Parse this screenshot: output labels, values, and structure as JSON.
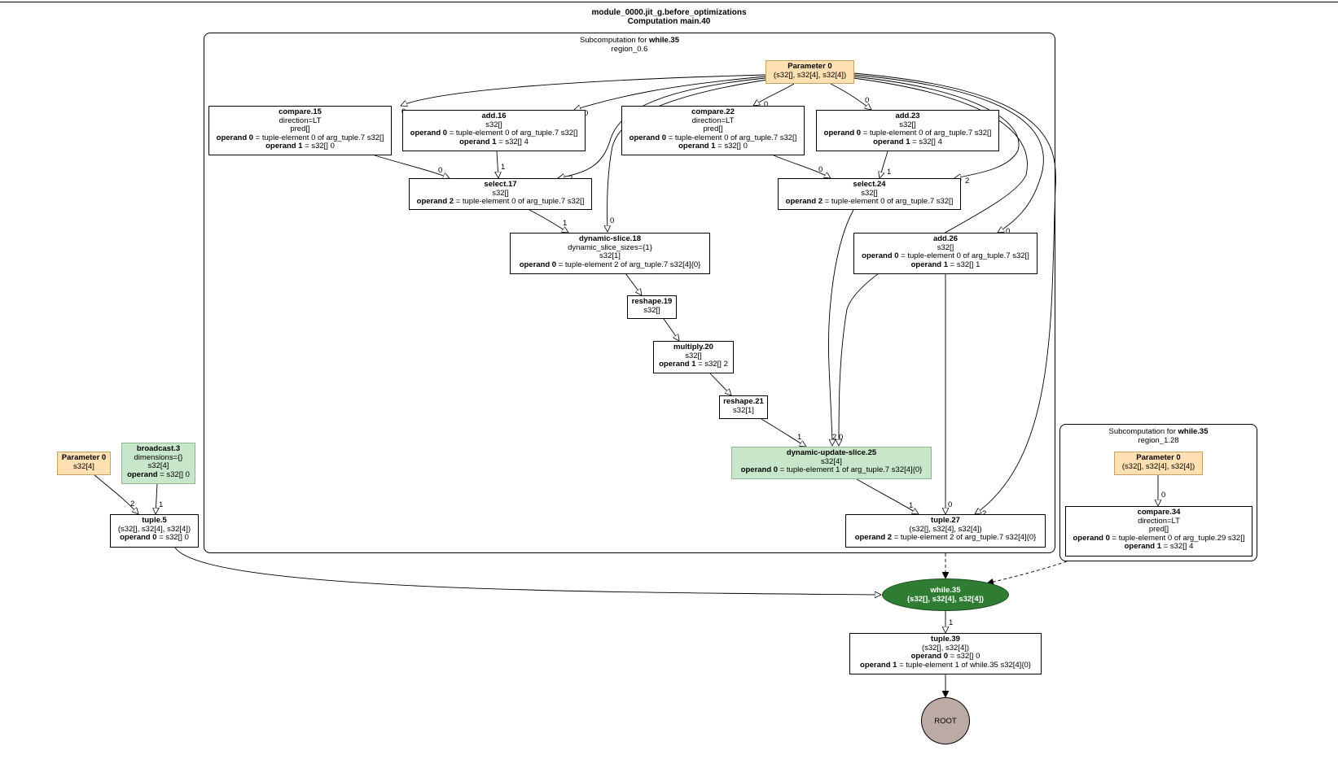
{
  "title": {
    "line1": "module_0000.jit_g.before_optimizations",
    "line2": "Computation main.40"
  },
  "clusters": {
    "body": {
      "prefix": "Subcomputation for",
      "name": "while.35",
      "region": "region_0.6"
    },
    "cond": {
      "prefix": "Subcomputation for",
      "name": "while.35",
      "region": "region_1.28"
    }
  },
  "nodes": {
    "param_body": {
      "name": "Parameter 0",
      "lines": [
        "(s32[], s32[4], s32[4])"
      ]
    },
    "compare15": {
      "name": "compare.15",
      "lines": [
        "direction=LT",
        "pred[]"
      ],
      "operands": [
        {
          "k": "operand 0",
          "v": "= tuple-element 0 of arg_tuple.7 s32[]"
        },
        {
          "k": "operand 1",
          "v": "= s32[] 0"
        }
      ]
    },
    "add16": {
      "name": "add.16",
      "lines": [
        "s32[]"
      ],
      "operands": [
        {
          "k": "operand 0",
          "v": "= tuple-element 0 of arg_tuple.7 s32[]"
        },
        {
          "k": "operand 1",
          "v": "= s32[] 4"
        }
      ]
    },
    "compare22": {
      "name": "compare.22",
      "lines": [
        "direction=LT",
        "pred[]"
      ],
      "operands": [
        {
          "k": "operand 0",
          "v": "= tuple-element 0 of arg_tuple.7 s32[]"
        },
        {
          "k": "operand 1",
          "v": "= s32[] 0"
        }
      ]
    },
    "add23": {
      "name": "add.23",
      "lines": [
        "s32[]"
      ],
      "operands": [
        {
          "k": "operand 0",
          "v": "= tuple-element 0 of arg_tuple.7 s32[]"
        },
        {
          "k": "operand 1",
          "v": "= s32[] 4"
        }
      ]
    },
    "select17": {
      "name": "select.17",
      "lines": [
        "s32[]"
      ],
      "operands": [
        {
          "k": "operand 2",
          "v": "= tuple-element 0 of arg_tuple.7 s32[]"
        }
      ]
    },
    "select24": {
      "name": "select.24",
      "lines": [
        "s32[]"
      ],
      "operands": [
        {
          "k": "operand 2",
          "v": "= tuple-element 0 of arg_tuple.7 s32[]"
        }
      ]
    },
    "dslice18": {
      "name": "dynamic-slice.18",
      "lines": [
        "dynamic_slice_sizes={1}",
        "s32[1]"
      ],
      "operands": [
        {
          "k": "operand 0",
          "v": "= tuple-element 2 of arg_tuple.7 s32[4]{0}"
        }
      ]
    },
    "add26": {
      "name": "add.26",
      "lines": [
        "s32[]"
      ],
      "operands": [
        {
          "k": "operand 0",
          "v": "= tuple-element 0 of arg_tuple.7 s32[]"
        },
        {
          "k": "operand 1",
          "v": "= s32[] 1"
        }
      ]
    },
    "reshape19": {
      "name": "reshape.19",
      "lines": [
        "s32[]"
      ]
    },
    "multiply20": {
      "name": "multiply.20",
      "lines": [
        "s32[]"
      ],
      "operands": [
        {
          "k": "operand 1",
          "v": "= s32[] 2"
        }
      ]
    },
    "reshape21": {
      "name": "reshape.21",
      "lines": [
        "s32[1]"
      ]
    },
    "dus25": {
      "name": "dynamic-update-slice.25",
      "lines": [
        "s32[4]"
      ],
      "operands": [
        {
          "k": "operand 0",
          "v": "= tuple-element 1 of arg_tuple.7 s32[4]{0}"
        }
      ]
    },
    "tuple27": {
      "name": "tuple.27",
      "lines": [
        "(s32[], s32[4], s32[4])"
      ],
      "operands": [
        {
          "k": "operand 2",
          "v": "= tuple-element 2 of arg_tuple.7 s32[4]{0}"
        }
      ]
    },
    "param_main": {
      "name": "Parameter 0",
      "lines": [
        "s32[4]"
      ]
    },
    "broadcast3": {
      "name": "broadcast.3",
      "lines": [
        "dimensions={}",
        "s32[4]"
      ],
      "operands": [
        {
          "k": "operand",
          "v": "= s32[] 0"
        }
      ]
    },
    "tuple5": {
      "name": "tuple.5",
      "lines": [
        "(s32[], s32[4], s32[4])"
      ],
      "operands": [
        {
          "k": "operand 0",
          "v": "= s32[] 0"
        }
      ]
    },
    "param_cond": {
      "name": "Parameter 0",
      "lines": [
        "(s32[], s32[4], s32[4])"
      ]
    },
    "compare34": {
      "name": "compare.34",
      "lines": [
        "direction=LT",
        "pred[]"
      ],
      "operands": [
        {
          "k": "operand 0",
          "v": "= tuple-element 0 of arg_tuple.29 s32[]"
        },
        {
          "k": "operand 1",
          "v": "= s32[] 4"
        }
      ]
    },
    "while35": {
      "name": "while.35",
      "lines": [
        "(s32[], s32[4], s32[4])"
      ]
    },
    "tuple39": {
      "name": "tuple.39",
      "lines": [
        "(s32[], s32[4])"
      ],
      "operands": [
        {
          "k": "operand 0",
          "v": "= s32[] 0"
        },
        {
          "k": "operand 1",
          "v": "= tuple-element 1 of while.35 s32[4]{0}"
        }
      ]
    },
    "root": {
      "name": "ROOT"
    }
  },
  "edge_labels": [
    "0",
    "0",
    "0",
    "0",
    "0",
    "1",
    "2",
    "1",
    "2",
    "0",
    "1",
    "0",
    "0",
    "1",
    "2",
    "0",
    "1",
    "0",
    "2",
    "2",
    "1",
    "0",
    "1"
  ]
}
